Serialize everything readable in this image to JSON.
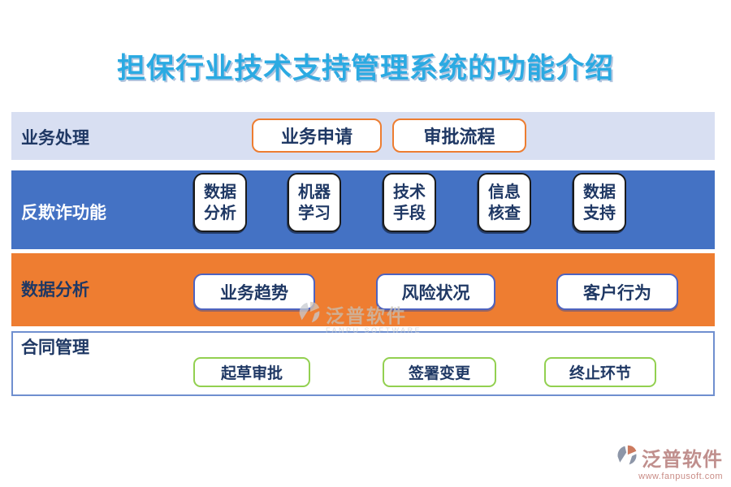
{
  "title": "担保行业技术支持管理系统的功能介绍",
  "rows": [
    {
      "label": "业务处理",
      "buttons": [
        "业务申请",
        "审批流程"
      ]
    },
    {
      "label": "反欺诈功能",
      "buttons": [
        "数据分析",
        "机器学习",
        "技术手段",
        "信息核查",
        "数据支持"
      ]
    },
    {
      "label": "数据分析",
      "buttons": [
        "业务趋势",
        "风险状况",
        "客户行为"
      ]
    },
    {
      "label": "合同管理",
      "buttons": [
        "起草审批",
        "签署变更",
        "终止环节"
      ]
    }
  ],
  "watermark": {
    "brand": "泛普软件",
    "brand_en": "FANPU SOFTWARE"
  },
  "footer": {
    "brand": "泛普软件",
    "url": "www.fanpusoft.com"
  },
  "colors": {
    "title": "#2baae2",
    "band1_bg": "#d8dff2",
    "band2_bg": "#4472c4",
    "band3_bg": "#ee7d31",
    "band4_border": "#6f8fcf",
    "text_navy": "#1f3864",
    "border_orange": "#ed7d31",
    "border_black": "#1b1b1b",
    "border_blue": "#4d63c0",
    "border_green": "#92d050",
    "brand_red": "#c0504d",
    "footer_text": "#c08f8d"
  }
}
